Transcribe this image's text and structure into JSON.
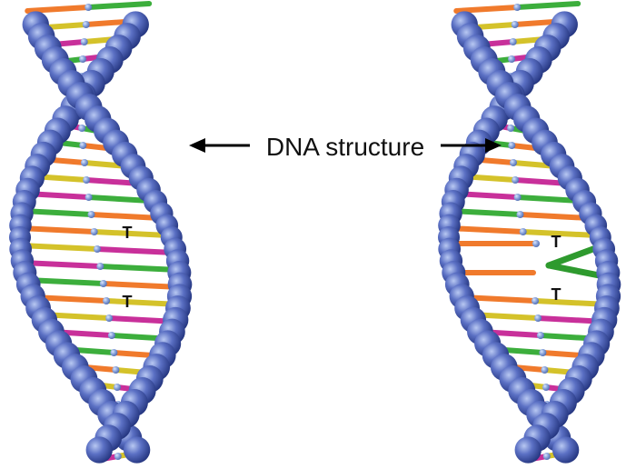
{
  "title": "DNA structure",
  "left_helix": {
    "labels": [
      "T",
      "T"
    ]
  },
  "right_helix": {
    "labels": [
      "T",
      "T"
    ]
  },
  "colors": {
    "bead_dark": "#2c3f95",
    "bead_light": "#9fb6ea",
    "rungs": [
      "#3cae3c",
      "#f07a2c",
      "#d4c22a",
      "#c8309a"
    ],
    "dimer": "#2e9a2e"
  }
}
